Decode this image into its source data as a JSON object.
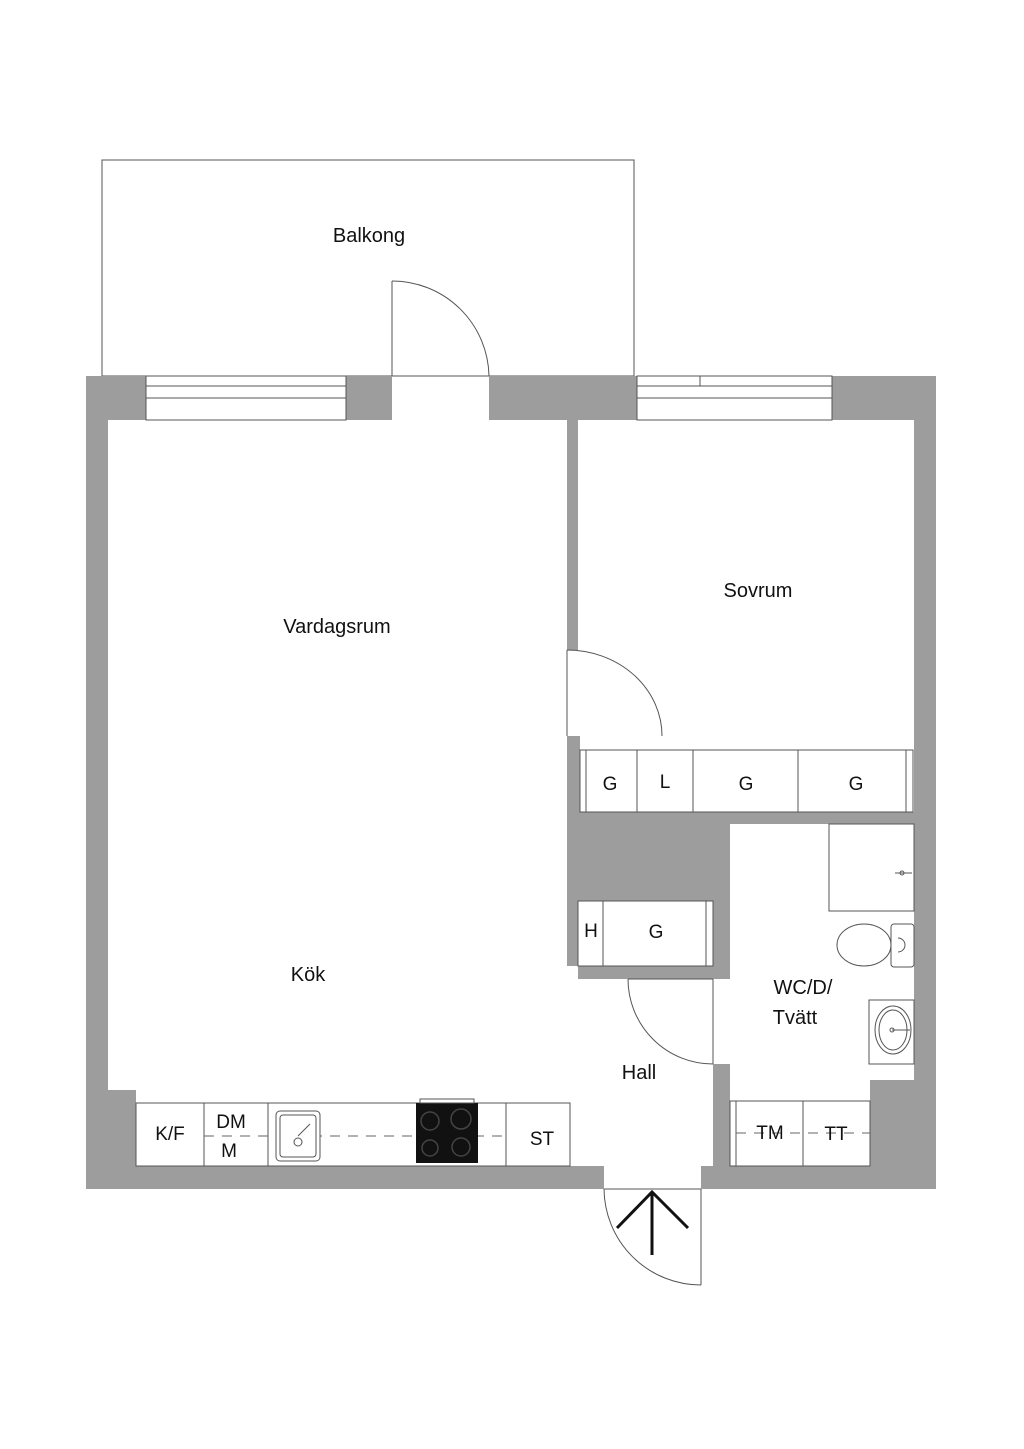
{
  "rooms": {
    "balcony": "Balkong",
    "living_room": "Vardagsrum",
    "bedroom": "Sovrum",
    "kitchen": "Kök",
    "bathroom_line1": "WC/D/",
    "bathroom_line2": "Tvätt",
    "hall": "Hall"
  },
  "fixtures": {
    "bedroom_wardrobes": [
      "G",
      "L",
      "G",
      "G"
    ],
    "hall_storage": [
      "H",
      "G"
    ],
    "kitchen_fridge_freezer": "K/F",
    "kitchen_dishwasher_top": "DM",
    "kitchen_dishwasher_bottom": "M",
    "kitchen_cabinet": "ST",
    "washing_machine": "TM",
    "tumble_dryer": "TT"
  },
  "colors": {
    "wall": "#9d9d9d",
    "line": "#555555",
    "stove": "#111111"
  },
  "icons": {
    "entrance": "entrance-arrow-icon",
    "sink": "sink-icon",
    "stove": "stove-icon",
    "toilet": "toilet-icon",
    "washbasin": "washbasin-icon"
  }
}
